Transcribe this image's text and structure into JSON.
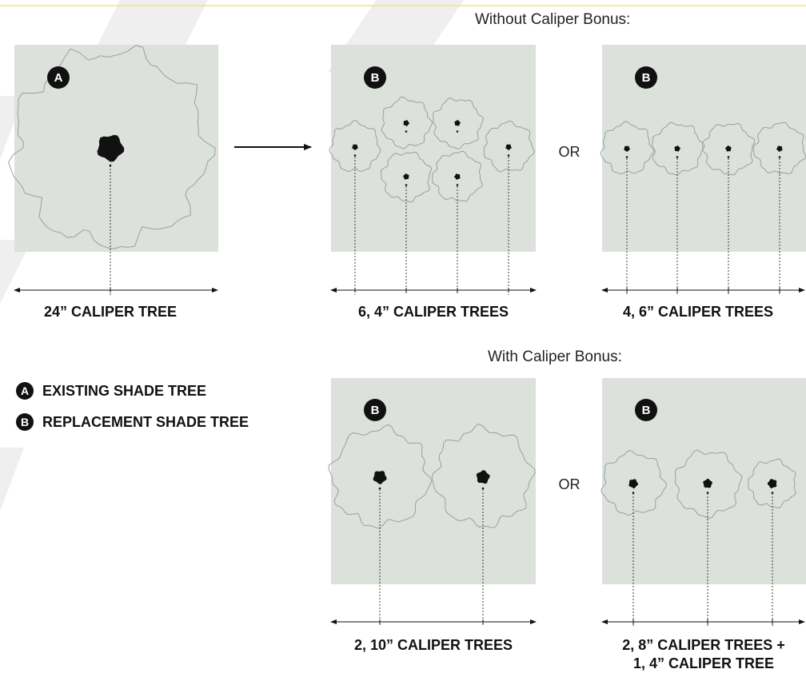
{
  "colors": {
    "panel": "#dce1db",
    "crown_outline": "#9aa29a",
    "ink": "#111111",
    "top_rule": "#f3ea6a",
    "watermark": "#ececec"
  },
  "headings": {
    "without_bonus": "Without Caliper Bonus:",
    "with_bonus": "With Caliper Bonus:"
  },
  "connectors": {
    "or_top": "OR",
    "or_bottom": "OR"
  },
  "legend": [
    {
      "badge": "A",
      "label": "EXISTING SHADE TREE"
    },
    {
      "badge": "B",
      "label": "REPLACEMENT SHADE TREE"
    }
  ],
  "panels": [
    {
      "id": "existing",
      "badge": "A",
      "caption": "24” CALIPER TREE",
      "caption_line2": "",
      "tree_sizes_in": [
        24
      ]
    },
    {
      "id": "six-four",
      "badge": "B",
      "caption": "6, 4” CALIPER TREES",
      "caption_line2": "",
      "tree_sizes_in": [
        4,
        4,
        4,
        4,
        4,
        4
      ]
    },
    {
      "id": "four-six",
      "badge": "B",
      "caption": "4, 6” CALIPER TREES",
      "caption_line2": "",
      "tree_sizes_in": [
        6,
        6,
        6,
        6
      ]
    },
    {
      "id": "two-ten",
      "badge": "B",
      "caption": "2, 10” CALIPER TREES",
      "caption_line2": "",
      "tree_sizes_in": [
        10,
        10
      ]
    },
    {
      "id": "mixed",
      "badge": "B",
      "caption": "2, 8” CALIPER TREES +",
      "caption_line2": "1, 4” CALIPER TREE",
      "tree_sizes_in": [
        8,
        8,
        4
      ]
    }
  ]
}
